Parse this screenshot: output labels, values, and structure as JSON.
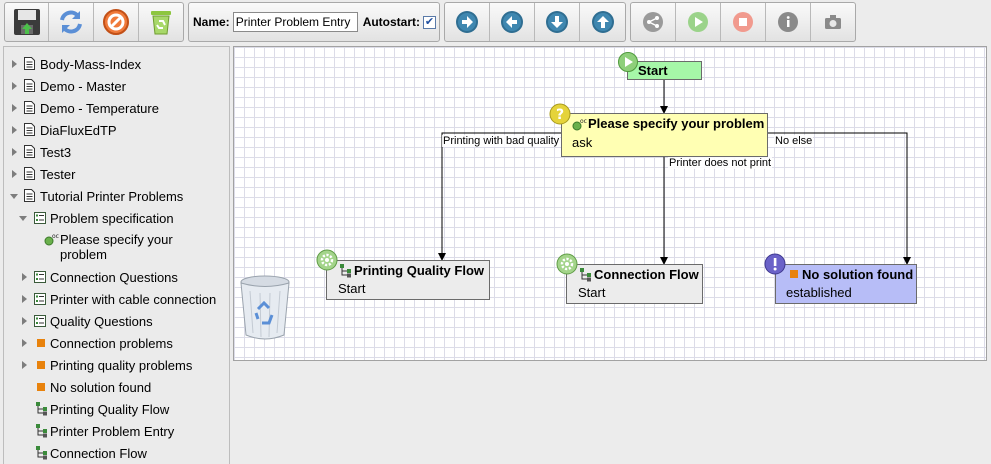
{
  "toolbar": {
    "buttons": [
      {
        "name": "save-button",
        "icon": "floppy-disk-icon"
      },
      {
        "name": "refresh-button",
        "icon": "refresh-icon"
      },
      {
        "name": "cancel-button",
        "icon": "no-entry-icon"
      },
      {
        "name": "trash-button",
        "icon": "recycle-bin-icon"
      }
    ],
    "name_label": "Name:",
    "name_value": "Printer Problem Entry",
    "autostart_label": "Autostart:",
    "autostart_checked": true,
    "nav_icons": [
      "arrow-right-circle-icon",
      "arrow-left-circle-icon",
      "arrow-down-circle-icon",
      "arrow-up-circle-icon"
    ],
    "action_icons": [
      "share-icon",
      "play-icon",
      "stop-icon",
      "info-icon",
      "camera-icon"
    ]
  },
  "sidebar": {
    "items": [
      {
        "label": "Body-Mass-Index",
        "type": "document"
      },
      {
        "label": "Demo - Master",
        "type": "document"
      },
      {
        "label": "Demo - Temperature",
        "type": "document"
      },
      {
        "label": "DiaFluxEdTP",
        "type": "document"
      },
      {
        "label": "Test3",
        "type": "document"
      },
      {
        "label": "Tester",
        "type": "document"
      },
      {
        "label": "Tutorial Printer Problems",
        "type": "document"
      },
      {
        "label": "Problem specification",
        "type": "questionnaire"
      },
      {
        "label": "Please specify your problem",
        "type": "question"
      },
      {
        "label": "Connection Questions",
        "type": "questionnaire"
      },
      {
        "label": "Printer with cable connection",
        "type": "questionnaire"
      },
      {
        "label": "Quality Questions",
        "type": "questionnaire"
      },
      {
        "label": "Connection problems",
        "type": "solution"
      },
      {
        "label": "Printing quality problems",
        "type": "solution"
      },
      {
        "label": "No solution found",
        "type": "solution"
      },
      {
        "label": "Printing Quality Flow",
        "type": "flow"
      },
      {
        "label": "Printer Problem Entry",
        "type": "flow"
      },
      {
        "label": "Connection Flow",
        "type": "flow"
      }
    ]
  },
  "flow": {
    "start": {
      "label": "Start"
    },
    "question": {
      "title": "Please specify your problem",
      "sub": "ask"
    },
    "edges": {
      "left": "Printing with bad quality",
      "middle": "Printer does not print",
      "right": "No else"
    },
    "nodes": [
      {
        "title": "Printing Quality Flow",
        "sub": "Start"
      },
      {
        "title": "Connection Flow",
        "sub": "Start"
      },
      {
        "title": "No solution found",
        "sub": "established"
      }
    ]
  },
  "colors": {
    "start_node": "#a6f7a8",
    "question_node": "#ffffb3",
    "flow_node": "#ececec",
    "solution_node": "#b7bdf7",
    "solution_marker": "#e8820c"
  }
}
